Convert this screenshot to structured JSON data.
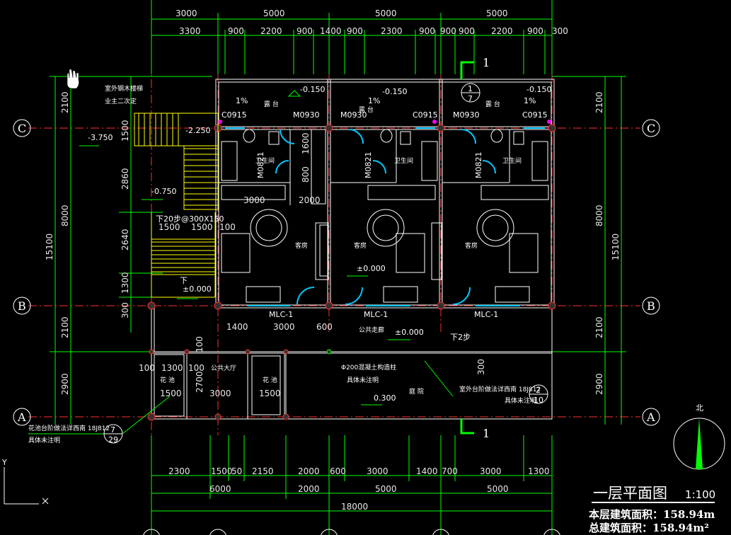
{
  "dims_top_1": [
    "3000",
    "5000",
    "5000",
    "5000"
  ],
  "dims_top_2": [
    "3300",
    "900",
    "2200",
    "900",
    "1400",
    "900",
    "2300",
    "900",
    "900",
    "900",
    "2200",
    "900",
    "300"
  ],
  "dims_bot_1": [
    "2300",
    "1500",
    "50",
    "2150",
    "2000",
    "600",
    "3000",
    "1400",
    "700",
    "3000",
    "1300"
  ],
  "dims_bot_2": [
    "6000",
    "2000",
    "5000",
    "5000"
  ],
  "dims_bot_total": "18000",
  "dims_left_outer": [
    "2100",
    "8000",
    "2100",
    "2900"
  ],
  "dims_left_total": "15100",
  "dims_left_inner": [
    "1500",
    "2860",
    "2640",
    "1300",
    "300"
  ],
  "dims_right": [
    "2100",
    "8000",
    "2100",
    "2900"
  ],
  "dims_right_total": "15100",
  "grid": {
    "C": "C",
    "B": "B",
    "A": "A"
  },
  "section_mark": "1",
  "levels": {
    "balc1": "-0.150",
    "balc2": "-0.150",
    "balc3": "-0.150",
    "stair": "-2.250",
    "outside": "-3.750",
    "landing": "-0.750",
    "floor": "±0.000",
    "living": "±0.000",
    "corr": "±0.000",
    "ground": "0.300"
  },
  "slope": [
    "1%",
    "1%",
    "1%"
  ],
  "doors": {
    "c0915_a": "C0915",
    "m0930_a": "M0930",
    "m0930_b": "M0930",
    "c0915_b": "C0915",
    "m0930_c": "M0930",
    "c0915_c": "C0915",
    "m0821_a": "M0821",
    "m0821_b": "M0821",
    "m0821_c": "M0821",
    "mlc_a": "MLC-1",
    "mlc_b": "MLC-1",
    "mlc_c": "MLC-1"
  },
  "rooms": {
    "wc1": "卫生间",
    "wc2": "卫生间",
    "wc3": "卫生间",
    "lr1": "客房",
    "lr2": "客房",
    "lr3": "客房",
    "balc1": "露 台",
    "balc2": "露 台",
    "balc3": "露 台",
    "hall": "公共大厅",
    "corridor": "公共走廊",
    "yard": "庭 院",
    "garden1": "花 池",
    "garden2": "花 池"
  },
  "notes": {
    "stairs1": "室外钢木楼梯",
    "stairs2": "业主二次定",
    "step": "下20步@300X150",
    "down": "下",
    "down2": "下2步",
    "pillar": "Φ200混凝土构造柱",
    "pillar2": "具体未注明",
    "rail": "室外台阶做法详西南 18J812",
    "rail2": "具体未注明",
    "garden_note": "花池台阶做法详西南 18J812",
    "garden_note2": "具体未注明"
  },
  "callouts": {
    "c1_top": "1",
    "c1_bot": "7",
    "c2_top": "2",
    "c2_bot": "10",
    "c3_top": "7",
    "c3_bot": "29"
  },
  "inner_dims": {
    "d3000a": "3000",
    "d2000a": "2000",
    "d1500a": "1500",
    "d1500b": "1500",
    "d100a": "100",
    "d1600": "1600",
    "d800": "800",
    "d1400": "1400",
    "d3000b": "3000",
    "d600": "600",
    "d1300": "1300",
    "d100b": "100",
    "d100c": "100",
    "d2700": "2700",
    "d3000c": "3000",
    "d1500c": "1500",
    "d1500d": "1500",
    "d100d": "100",
    "d300": "300"
  },
  "north": "北",
  "axis_y": "Y",
  "title": "一层平面图",
  "scale": "1:100",
  "area_floor": "本层建筑面积：158.94m",
  "area_total": "总建筑面积：158.94m²"
}
